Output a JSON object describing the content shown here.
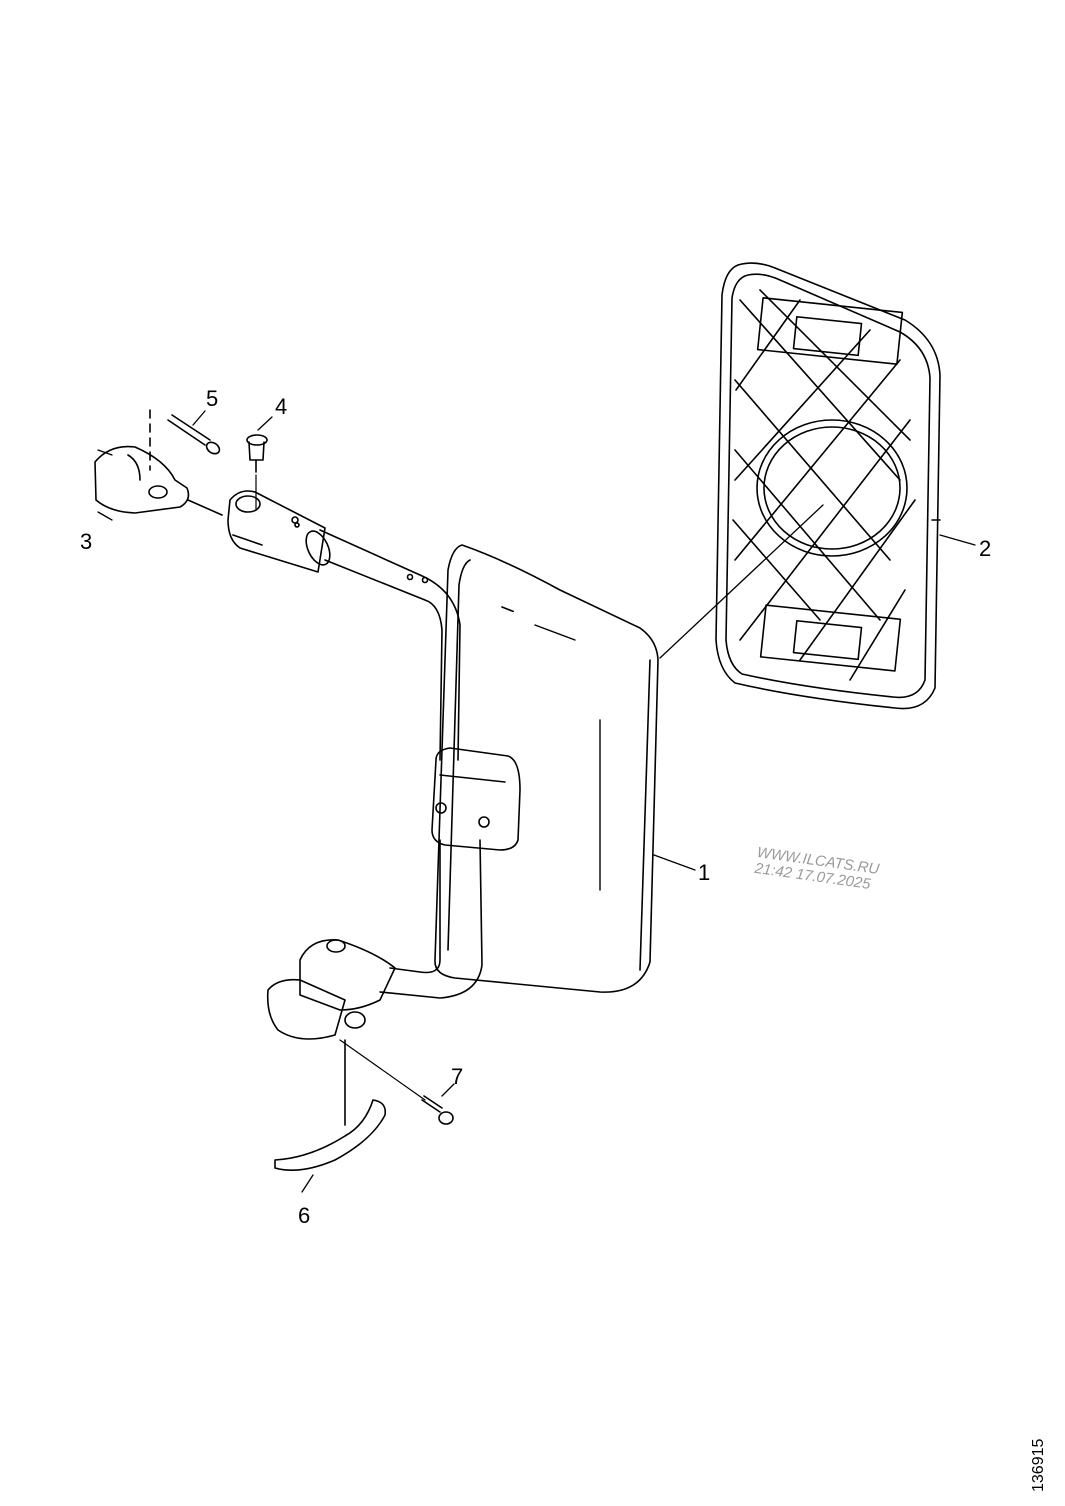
{
  "callouts": [
    {
      "id": "1",
      "label": "1"
    },
    {
      "id": "2",
      "label": "2"
    },
    {
      "id": "3",
      "label": "3"
    },
    {
      "id": "4",
      "label": "4"
    },
    {
      "id": "5",
      "label": "5"
    },
    {
      "id": "6",
      "label": "6"
    },
    {
      "id": "7",
      "label": "7"
    }
  ],
  "watermark": {
    "line1": "WWW.ILCATS.RU",
    "line2": "21:42 17.07.2025"
  },
  "drawing_number": "136915",
  "colors": {
    "line": "#000000",
    "watermark": "#9a9a9a",
    "background": "#ffffff"
  }
}
